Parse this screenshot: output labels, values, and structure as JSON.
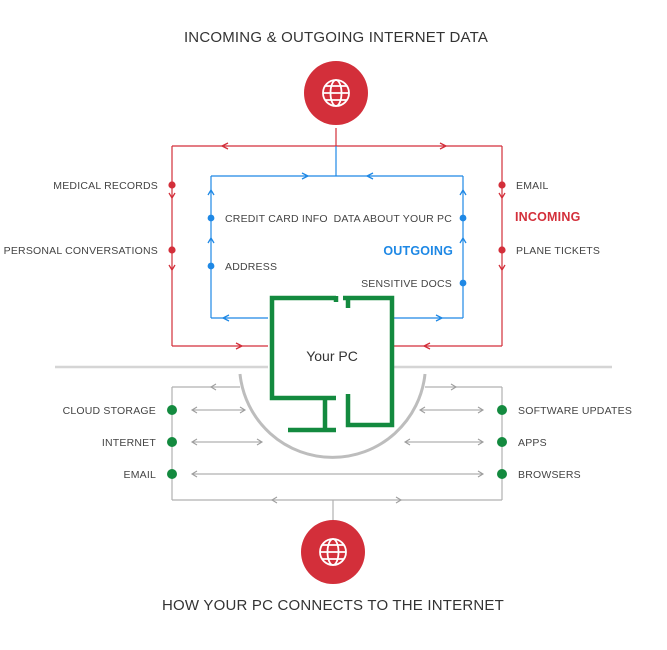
{
  "titles": {
    "top": "INCOMING & OUTGOING INTERNET DATA",
    "bottom": "HOW YOUR PC CONNECTS TO THE INTERNET"
  },
  "pc": {
    "label": "Your PC"
  },
  "incoming": {
    "heading": "INCOMING",
    "left_items": [
      "MEDICAL RECORDS",
      "PERSONAL CONVERSATIONS"
    ],
    "right_items": [
      "EMAIL",
      "PLANE TICKETS"
    ]
  },
  "outgoing": {
    "heading": "OUTGOING",
    "left_items": [
      "CREDIT CARD INFO",
      "ADDRESS"
    ],
    "right_items": [
      "DATA ABOUT YOUR PC",
      "SENSITIVE DOCS"
    ]
  },
  "connections": {
    "left_items": [
      "CLOUD STORAGE",
      "INTERNET",
      "EMAIL"
    ],
    "right_items": [
      "SOFTWARE UPDATES",
      "APPS",
      "BROWSERS"
    ]
  },
  "icons": {
    "top_globe": "globe-icon",
    "bottom_globe": "globe-icon"
  },
  "colors": {
    "incoming": "#d32f3a",
    "outgoing": "#1e88e5",
    "pc": "#138a3f",
    "connection": "#9e9e9e",
    "text": "#444444"
  }
}
